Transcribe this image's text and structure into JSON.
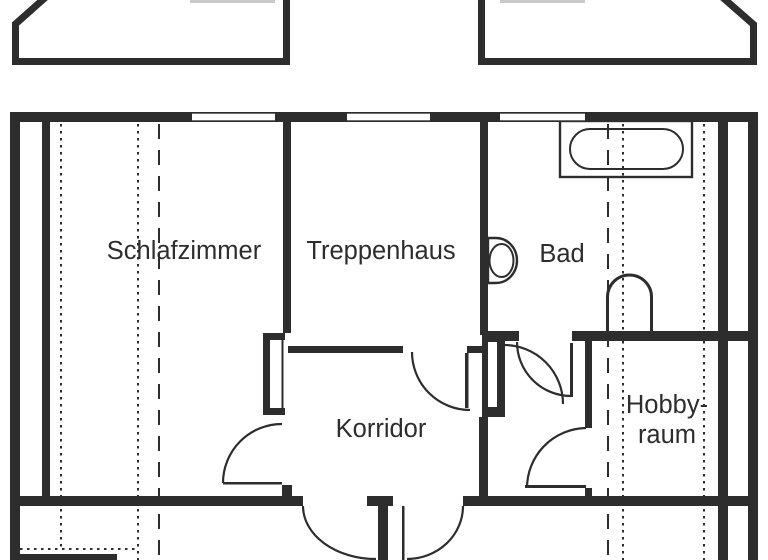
{
  "drawing": {
    "type": "apartment-floor-plan",
    "colors": {
      "line": "#2d2d2d",
      "background": "#ffffff",
      "faint_line": "#c9c9c9"
    }
  },
  "rooms": {
    "schlafzimmer": {
      "label": "Schlafzimmer"
    },
    "treppenhaus": {
      "label": "Treppenhaus"
    },
    "bad": {
      "label": "Bad"
    },
    "korridor": {
      "label": "Korridor"
    },
    "hobbyraum": {
      "label_line1": "Hobby-",
      "label_line2": "raum"
    }
  },
  "fixtures": {
    "bathtub": "bathtub",
    "toilet": "toilet",
    "washbasin": "washbasin"
  }
}
